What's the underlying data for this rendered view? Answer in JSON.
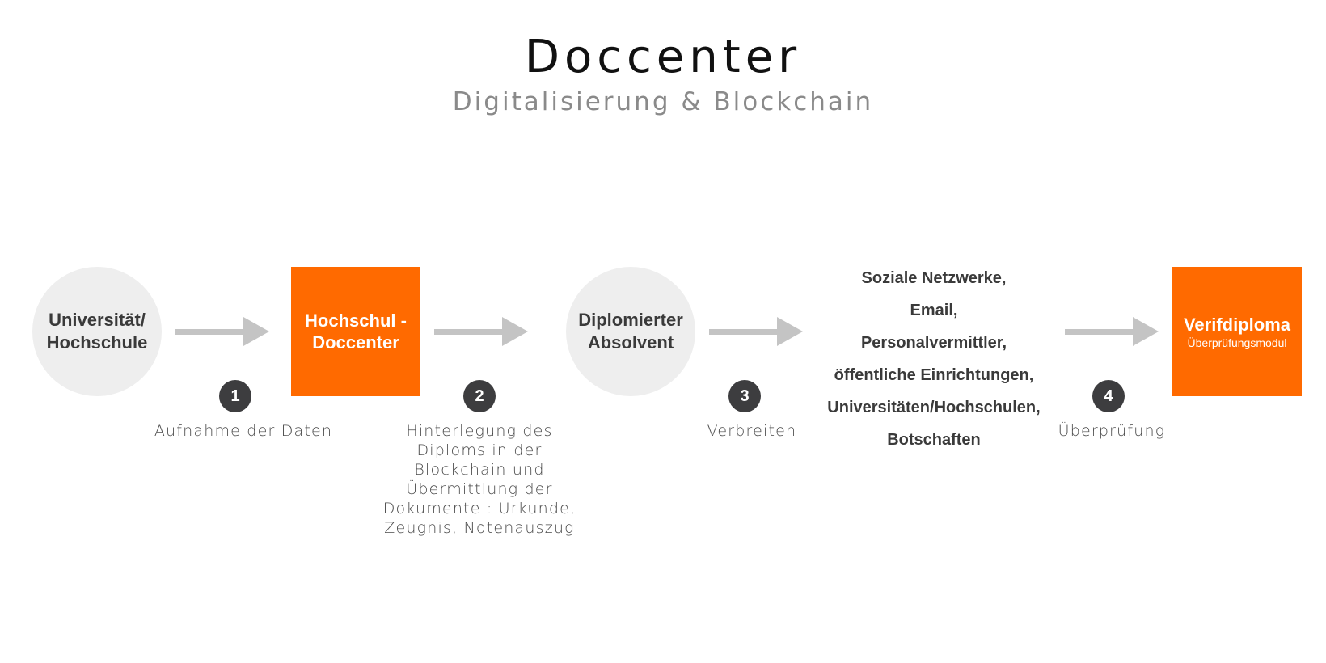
{
  "header": {
    "title": "Doccenter",
    "subtitle": "Digitalisierung & Blockchain"
  },
  "colors": {
    "accent": "#ff6a00",
    "node_bg": "#eeeeee",
    "arrow": "#c4c4c4",
    "badge": "#3d3d3f"
  },
  "nodes": {
    "university": {
      "label": "Universität/\nHochschule"
    },
    "doccenter": {
      "label": "Hochschul -\nDoccenter"
    },
    "graduate": {
      "label": "Diplomierter\nAbsolvent"
    },
    "verifdiploma": {
      "label": "Verifdiploma",
      "sublabel": "Überprüfungsmodul"
    }
  },
  "channels": [
    "Soziale Netzwerke,",
    "Email,",
    "Personalvermittler,",
    "öffentliche Einrichtungen,",
    "Universitäten/Hochschulen,",
    "Botschaften"
  ],
  "steps": [
    {
      "number": "1",
      "label": "Aufnahme der Daten"
    },
    {
      "number": "2",
      "label": "Hinterlegung des\nDiploms in der\nBlockchain und\nÜbermittlung der\nDokumente : Urkunde,\nZeugnis, Notenauszug"
    },
    {
      "number": "3",
      "label": "Verbreiten"
    },
    {
      "number": "4",
      "label": "Überprüfung"
    }
  ]
}
